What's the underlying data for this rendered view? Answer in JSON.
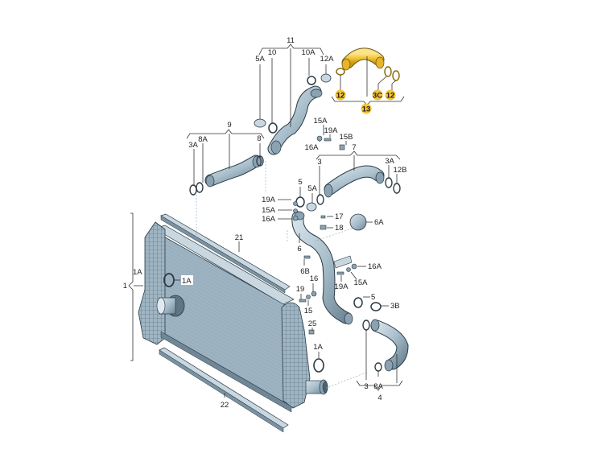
{
  "diagram": {
    "title": "Charge air system exploded parts diagram",
    "colors": {
      "part_fill": "#a9bfcc",
      "part_dark": "#6f8796",
      "part_light": "#d4e1e8",
      "outline": "#2a3a44",
      "leader": "#333333",
      "dashed": "#7fa7c0",
      "highlight_fill": "#f2c335",
      "highlight_light": "#fbe48a",
      "background": "#ffffff"
    },
    "labels": {
      "l11": "11",
      "l5A_top": "5A",
      "l10": "10",
      "l10A": "10A",
      "l12A": "12A",
      "l12_left": "12",
      "l3C": "3C",
      "l12_right": "12",
      "l13": "13",
      "l9": "9",
      "l8A_left": "8A",
      "l3A_left": "3A",
      "l8_left": "8",
      "l15A_top": "15A",
      "l19A_top": "19A",
      "l16A_top": "16A",
      "l15B": "15B",
      "l7": "7",
      "l3_mid": "3",
      "l3A_right": "3A",
      "l12B": "12B",
      "l5_mid": "5",
      "l5A_mid": "5A",
      "l19A_mid": "19A",
      "l15A_mid": "15A",
      "l16A_mid": "16A",
      "l17": "17",
      "l18": "18",
      "l6A": "6A",
      "l6": "6",
      "l6B": "6B",
      "l16A_right": "16A",
      "l15A_right": "15A",
      "l19A_right": "19A",
      "l16": "16",
      "l19": "19",
      "l15": "15",
      "l5_low": "5",
      "l3B": "3B",
      "l25": "25",
      "l1A_low": "1A",
      "l3_low": "3",
      "l8A_low": "8A",
      "l4": "4",
      "l21": "21",
      "l22": "22",
      "l1": "1",
      "l1A_brace": "1A",
      "l1A_cooler": "1A"
    },
    "highlighted_parts": [
      "12",
      "3C",
      "12",
      "13"
    ]
  }
}
